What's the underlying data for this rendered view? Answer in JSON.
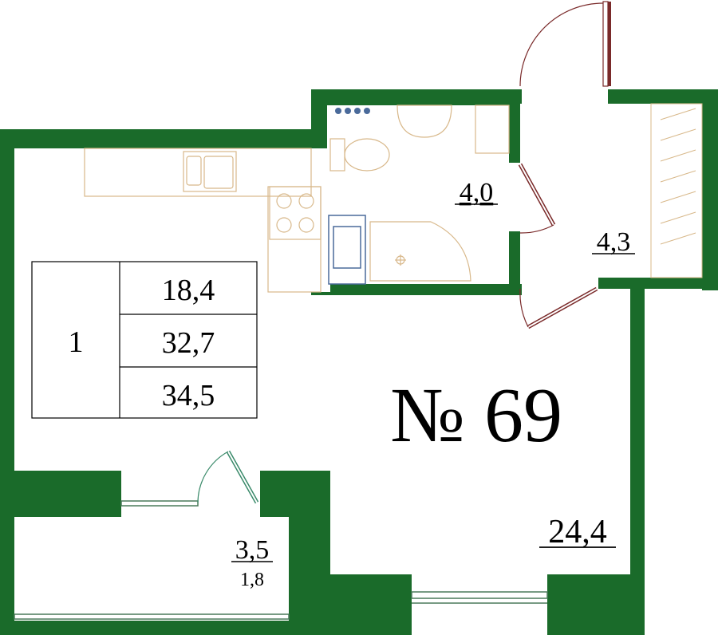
{
  "apartment": {
    "number_label": "№ 69"
  },
  "summary_table": {
    "rooms": "1",
    "living_area": "18,4",
    "total_area": "32,7",
    "total_area_with_balcony": "34,5"
  },
  "rooms": {
    "bathroom_area": "4,0",
    "hallway_area": "4,3",
    "main_room_area": "24,4",
    "balcony_area": "3,5",
    "balcony_reduced_area": "1,8"
  },
  "colors": {
    "wall": "#1a6b2a",
    "fixture": "#d8b88a",
    "door": "#7a2a2a",
    "bath_fixture": "#4a6a9a"
  }
}
